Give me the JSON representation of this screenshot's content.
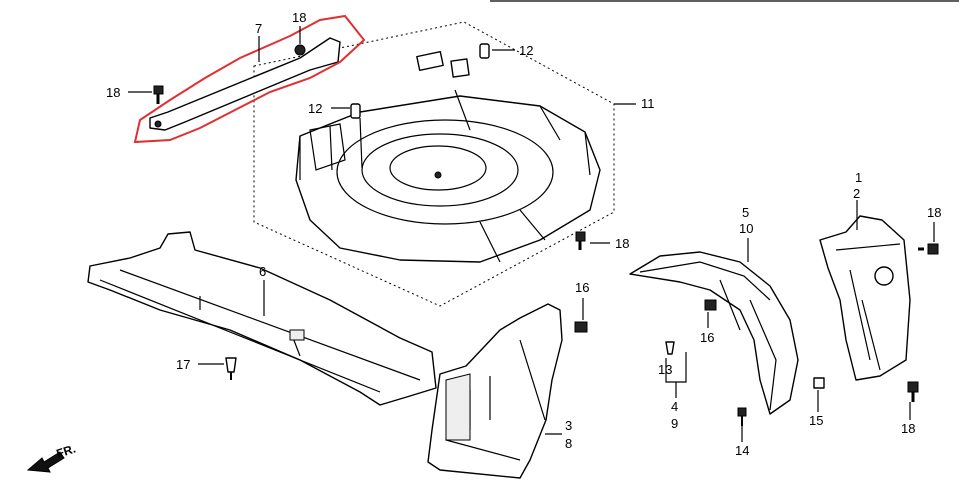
{
  "callouts": {
    "c1": "1",
    "c2": "2",
    "c3": "3",
    "c4": "4",
    "c5": "5",
    "c6": "6",
    "c7": "7",
    "c8": "8",
    "c9": "9",
    "c10": "10",
    "c11": "11",
    "c12a": "12",
    "c12b": "12",
    "c13": "13",
    "c14": "14",
    "c15": "15",
    "c16a": "16",
    "c16b": "16",
    "c17": "17",
    "c18a": "18",
    "c18b": "18",
    "c18c": "18",
    "c18d": "18",
    "c18e": "18"
  },
  "direction_label": "FR.",
  "highlight_color": "#e03030"
}
